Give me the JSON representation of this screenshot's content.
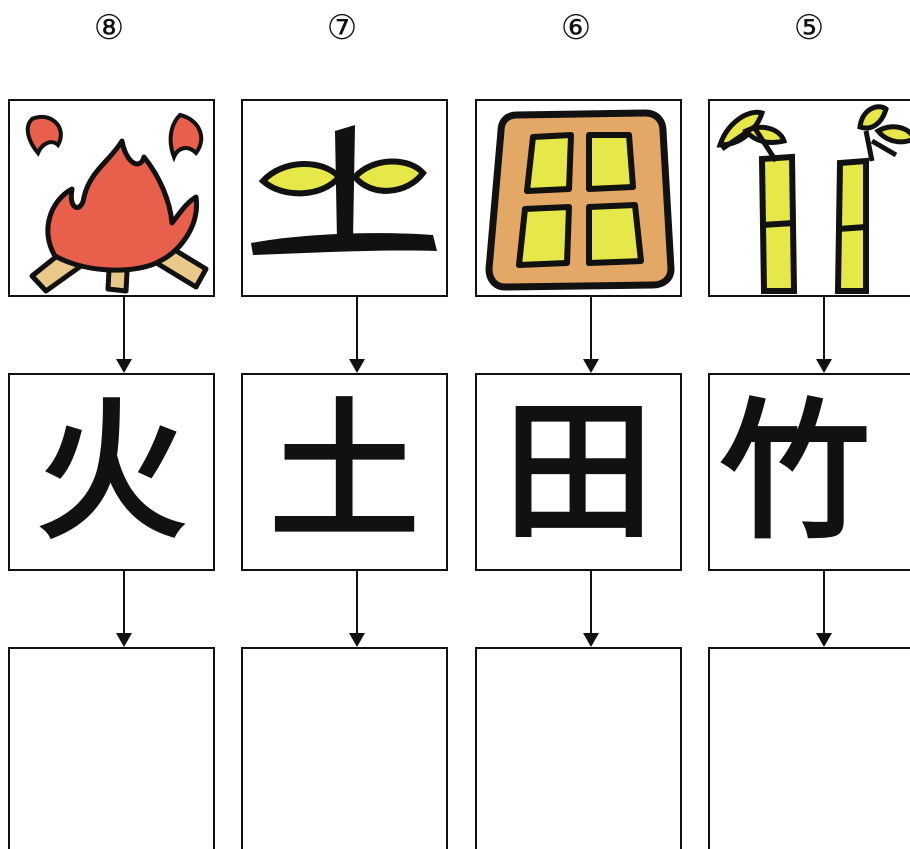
{
  "columns": [
    {
      "number": "⑧",
      "picture": "fire-picture",
      "kanji": "火"
    },
    {
      "number": "⑦",
      "picture": "sprout-picture",
      "kanji": "土"
    },
    {
      "number": "⑥",
      "picture": "rice-field-picture",
      "kanji": "田"
    },
    {
      "number": "⑤",
      "picture": "bamboo-picture",
      "kanji": "竹"
    }
  ],
  "colors": {
    "outline": "#111111",
    "flame": "#e8604c",
    "wood": "#e8c98a",
    "leaf": "#e6e84a",
    "field": "#e3a866"
  }
}
